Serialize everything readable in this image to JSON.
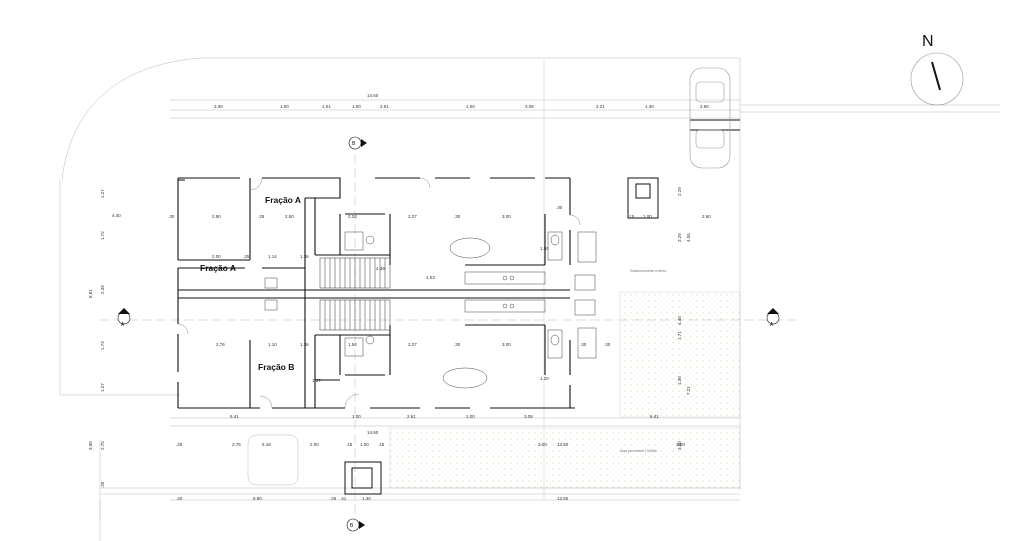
{
  "north": {
    "label": "N"
  },
  "sections": {
    "a": "A",
    "b": "B"
  },
  "rooms": {
    "fracao_a_top": "Fração A",
    "fracao_a_left": "Fração A",
    "fracao_b": "Fração B"
  },
  "dims_top": {
    "overall": "14.60",
    "d1": "3.30",
    "d2": "1.00",
    "d3": "1.01",
    "d4": "1.00",
    "d5": "2.61",
    "d6": "1.00",
    "d7": "3.08",
    "d8": "2.21",
    "d9": "1.30",
    "d10": "2.60",
    "vert": "4.40"
  },
  "dims_bottom": {
    "a1": "6.41",
    "a2": "1.00",
    "a3": "2.61",
    "a4": "1.00",
    "a5": "3.08",
    "a6": "6.41",
    "b1": "14.60",
    "c1": ".25",
    "c2": "2.75",
    "c3": "6.18",
    "c4": "2.00",
    "c5": ".15",
    "c6": "1.00",
    "c7": ".15",
    "c8": "3.00",
    "c9": "13.50",
    "c10": "3.00",
    "e1": ".20",
    "e2": "6.80",
    "e3": ".25",
    "e4": ".41",
    "e5": "1.30",
    "e6": "13.50"
  },
  "dims_left": {
    "l1": "1.27",
    "l2": "1.72",
    "l3": "2.39",
    "l4": "8.81",
    "l5": "1.73",
    "l6": "1.27",
    "l7": "2.75",
    "l8": "3.00",
    "l9": "4.40",
    "l10": ".25"
  },
  "dims_right": {
    "r1": "2.29",
    "r2": "4.55",
    "r3": "1.71",
    "r4": "4.40",
    "r5": "1.30",
    "r6": "7.21",
    "r7": "3.00"
  },
  "dims_inner": {
    "i1": ".30",
    "i2": "2.90",
    "i3": ".25",
    "i4": "2.50",
    "i5": "2.24",
    "i6": "2.27",
    "i7": ".30",
    "i8": "3.00",
    "i9": ".30",
    "i10": "2.00",
    "i11": ".25",
    "i12": "1.14",
    "i13": "1.36",
    "i14": "2.76",
    "i15": "1.10",
    "i16": "1.36",
    "i17": "1.54",
    "i18": "2.27",
    "i19": ".30",
    "i20": "3.00",
    "i21": ".30",
    "i22": ".30",
    "i23": "1.00",
    "i24": "2.60",
    "i25": ".15",
    "i26": "4.39",
    "i27": "1.03",
    "i28": "1.20",
    "i29": "1.37",
    "i30": "1.50"
  },
  "notes": {
    "n1": "Estacionamento exterior",
    "n2": "Área permeável 13.50m²"
  }
}
